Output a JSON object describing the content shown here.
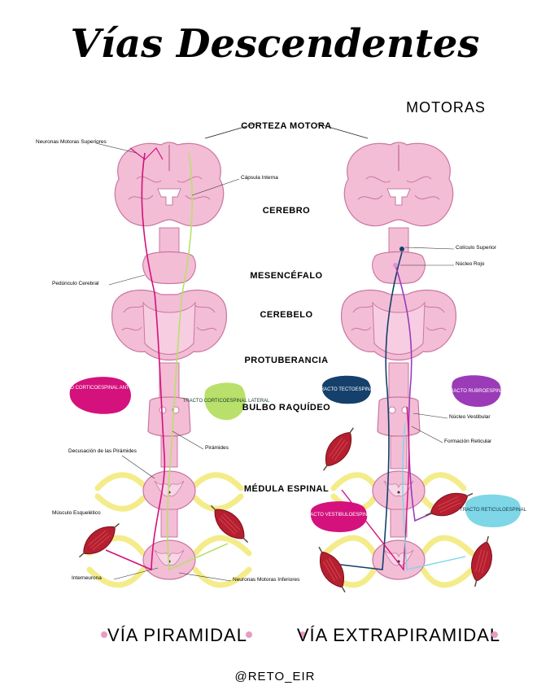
{
  "title": "Vías Descendentes",
  "subtitle": "MOTORAS",
  "center_labels": [
    "CORTEZA MOTORA",
    "CEREBRO",
    "MESENCÉFALO",
    "CEREBELO",
    "PROTUBERANCIA",
    "BULBO RAQUÍDEO",
    "MÉDULA ESPINAL"
  ],
  "left_labels": {
    "neuronas_sup": "Neuronas Motoras Superiores",
    "capsula": "Cápsula Interna",
    "pedunculo": "Pedúnculo Cerebral",
    "decusacion": "Decusación de las Pirámides",
    "piramides": "Pirámides",
    "musculo": "Músculo Esquelético",
    "interneurona": "Interneurona",
    "neuronas_inf": "Neuronas Motoras Inferiores"
  },
  "right_labels": {
    "coliculo": "Colículo Superior",
    "nucleo_rojo": "Núcleo Rojo",
    "nucleo_vest": "Núcleo Vestibular",
    "formacion": "Formación Reticular"
  },
  "tracts": {
    "corticoesp_ant": "TRACTO CORTICOESPINAL ANTERIOR",
    "corticoesp_lat": "TRACTO CORTICOESPINAL LATERAL",
    "tectoesp": "TRACTO TECTOESPINAL",
    "rubroesp": "TRACTO RUBROESPINAL",
    "vestibuloesp": "TRACTO VESTIBULOESPINAL",
    "reticuloesp": "TRACTO RETICULOESPINAL"
  },
  "bottom": {
    "left": "VÍA PIRAMIDAL",
    "right": "VÍA EXTRAPIRAMIDAL"
  },
  "handle": "@RETO_EIR",
  "colors": {
    "brain": "#f3bdd6",
    "brain_dark": "#e79cc3",
    "outline": "#c9779f",
    "magenta": "#d4117c",
    "lime": "#b8e06a",
    "navy": "#15406b",
    "purple": "#9b3bb8",
    "cyan": "#7ed6e6",
    "nerve": "#f4ec8a",
    "muscle": "#b61f2f"
  },
  "icons": [
    "muscle-icon",
    "neuron-icon"
  ]
}
